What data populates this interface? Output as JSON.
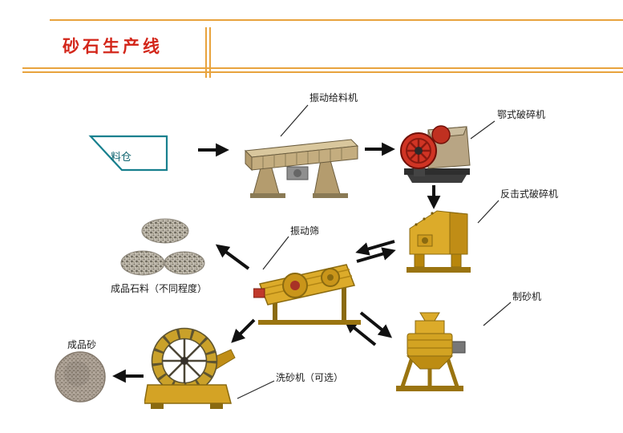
{
  "title": "砂石生产线",
  "colors": {
    "title_red": "#d3261a",
    "rule_orange": "#e8a33d",
    "hopper_teal": "#17808e",
    "machine_yellow": "#d9a82a",
    "flywheel_red": "#d03424",
    "arrow_black": "#111111"
  },
  "nodes": {
    "hopper": {
      "label": "料仓"
    },
    "feeder": {
      "label": "振动给料机"
    },
    "jaw_crusher": {
      "label": "鄂式破碎机"
    },
    "impact_crusher": {
      "label": "反击式破碎机"
    },
    "screen": {
      "label": "振动筛"
    },
    "sand_maker": {
      "label": "制砂机"
    },
    "stone_product": {
      "label": "成品石料（不同程度）"
    },
    "sand_washer": {
      "label": "洗砂机（可选）"
    },
    "sand_product": {
      "label": "成品砂"
    }
  }
}
